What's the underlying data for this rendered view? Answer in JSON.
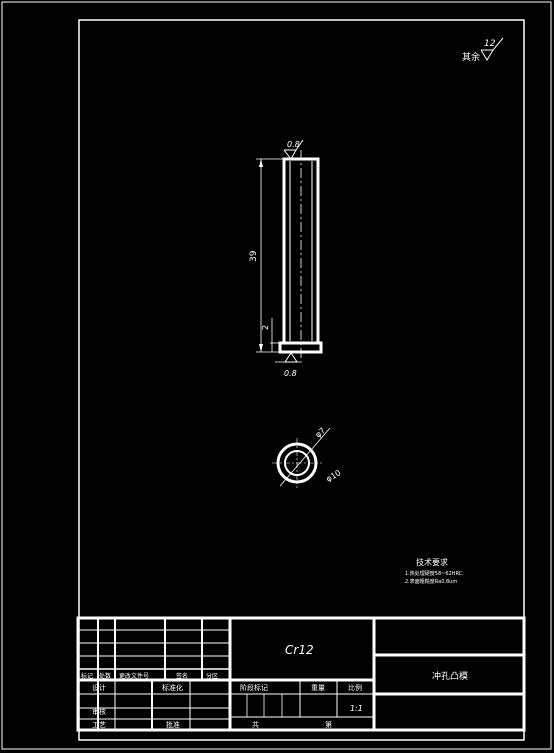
{
  "drawing": {
    "roughness_note": "其余",
    "roughness_value": "12",
    "top_roughness": "0.8",
    "bottom_roughness": "0.8",
    "length_dim": "39",
    "head_dim": "2",
    "inner_dia": "φ7",
    "outer_dia": "φ10",
    "tech_title": "技术要求",
    "tech_line1": "1.热处理硬度58~62HRC.",
    "tech_line2": "2.表面粗糙度Ra0.8um"
  },
  "title_block": {
    "material": "Cr12",
    "part_name": "冲孔凸模",
    "scale": "1:1",
    "label_mark": "标记",
    "label_count": "处数",
    "label_partition": "分区",
    "label_change_doc": "更改文件号",
    "label_signature": "签名",
    "label_design": "设计",
    "label_standardize": "标准化",
    "label_review": "审核",
    "label_process": "工艺",
    "label_approve": "批准",
    "label_stage_mark": "阶段标记",
    "label_weight": "重量",
    "label_scale": "比例",
    "label_total": "共",
    "label_sheet": "第"
  }
}
